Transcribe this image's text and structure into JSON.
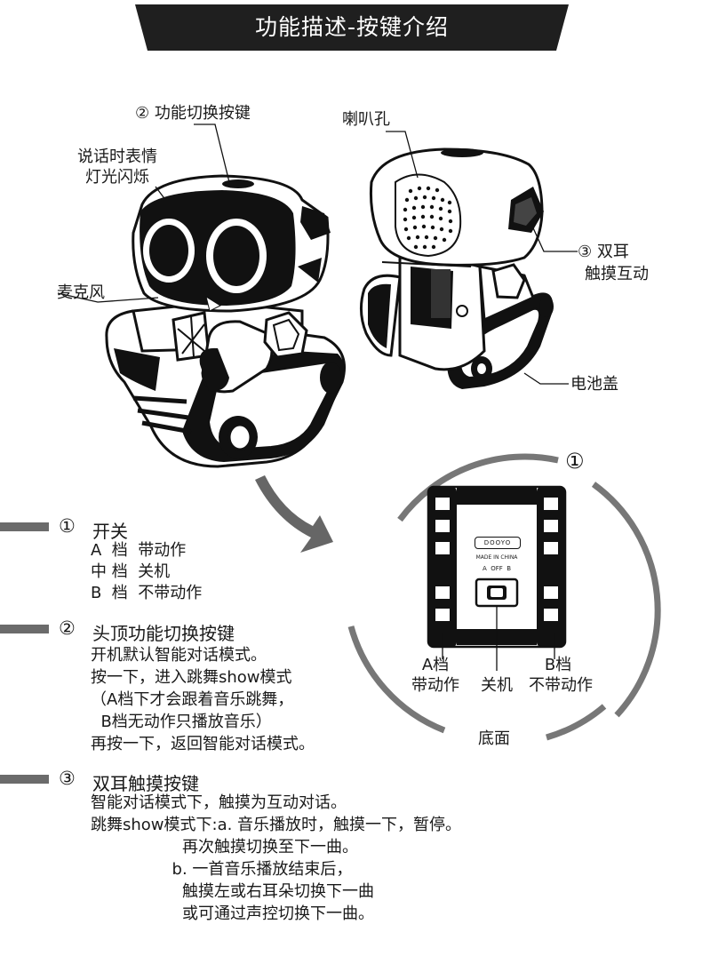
{
  "title": "功能描述-按键介绍",
  "callouts": {
    "button": "② 功能切换按键",
    "speaker": "喇叭孔",
    "face_line1": "说话时表情",
    "face_line2": "灯光闪烁",
    "mic": "麦克风",
    "ears_line1": "③ 双耳",
    "ears_line2": "触摸互动",
    "battery": "电池盖"
  },
  "bottom_view": {
    "marker": "①",
    "brand": "DOOYO",
    "made_in": "MADE IN CHINA",
    "switch_marks": "A  OFF  B",
    "a_label_1": "A档",
    "a_label_2": "带动作",
    "off_label": "关机",
    "b_label_1": "B档",
    "b_label_2": "不带动作",
    "caption": "底面"
  },
  "sections": [
    {
      "number": "①",
      "title": "开关",
      "lines": [
        "A  档  带动作",
        "中 档  关机",
        "B  档  不带动作"
      ]
    },
    {
      "number": "②",
      "title": "头顶功能切换按键",
      "lines": [
        "开机默认智能对话模式。",
        "按一下，进入跳舞show模式",
        "（A档下才会跟着音乐跳舞，",
        "  B档无动作只播放音乐）",
        "再按一下，返回智能对话模式。"
      ]
    },
    {
      "number": "③",
      "title": "双耳触摸按键",
      "lines": [
        "智能对话模式下，触摸为互动对话。",
        "跳舞show模式下:a. 音乐播放时，触摸一下，暂停。",
        "                  再次触摸切换至下一曲。",
        "                b. 一首音乐播放结束后，",
        "                  触摸左或右耳朵切换下一曲",
        "                  或可通过声控切换下一曲。"
      ]
    }
  ]
}
